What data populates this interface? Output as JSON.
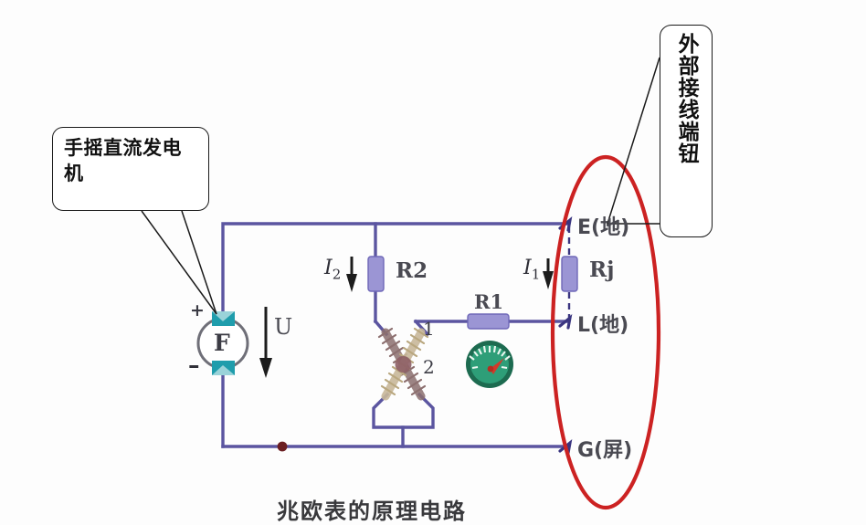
{
  "figure": {
    "caption": "兆欧表的原理电路",
    "background_color": "#fdfdfd"
  },
  "callouts": [
    {
      "id": "generator-callout",
      "text": "手摇直流发电机",
      "orientation": "horizontal",
      "border_color": "#1a1a1a"
    },
    {
      "id": "terminals-callout",
      "text": "外部接线端钮",
      "orientation": "vertical",
      "border_color": "#1a1a1a"
    }
  ],
  "circuit": {
    "wire_color": "#5b55a0",
    "generator": {
      "symbol_label": "F",
      "plus_sign": "+",
      "minus_sign": "–",
      "terminal_color": "#1f9dac",
      "body_color": "#6f6f78"
    },
    "voltage_label": "U",
    "currents": [
      {
        "id": "i2",
        "label": "I",
        "subscript": "2",
        "direction": "down"
      },
      {
        "id": "i1",
        "label": "I",
        "subscript": "1",
        "direction": "down"
      }
    ],
    "resistors": [
      {
        "id": "r2",
        "label": "R2",
        "orientation": "vertical",
        "color": "#9b95d4"
      },
      {
        "id": "r1",
        "label": "R1",
        "orientation": "horizontal",
        "color": "#9b95d4"
      },
      {
        "id": "rj",
        "label": "Rj",
        "orientation": "vertical",
        "color": "#9b95d4",
        "style": "dashed-branch"
      }
    ],
    "coils": [
      {
        "id": "coil-1",
        "label": "1",
        "color": "#8c6f6f"
      },
      {
        "id": "coil-2",
        "label": "2",
        "color": "#c8b89a"
      }
    ],
    "meter": {
      "id": "moving-coil-meter",
      "face_color": "#2e9e78",
      "rim_color": "#1d6b50",
      "needle_color": "#d13a2a"
    },
    "terminals": [
      {
        "id": "terminal-e",
        "label": "E(地)",
        "marker_color": "#3a3580"
      },
      {
        "id": "terminal-l",
        "label": "L(地)",
        "marker_color": "#3a3580"
      },
      {
        "id": "terminal-g",
        "label": "G(屏)",
        "marker_color": "#3a3580"
      }
    ],
    "junction_dot_color": "#6b1f22",
    "highlight_ellipse": {
      "id": "terminals-highlight",
      "color": "#cc2222",
      "shape": "ellipse"
    }
  }
}
